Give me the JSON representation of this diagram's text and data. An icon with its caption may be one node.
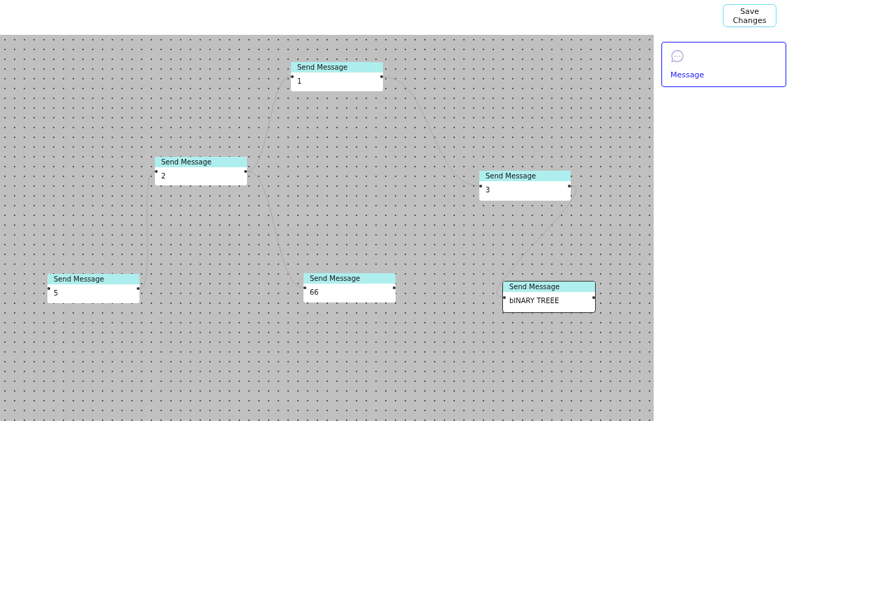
{
  "diagram": {
    "nodes": [
      {
        "text": [
          "Send Message",
          "1"
        ]
      },
      {
        "text": [
          "Send Message",
          "2"
        ]
      },
      {
        "text": [
          "Send Message",
          "3"
        ]
      },
      {
        "text": [
          "Send Message",
          "5"
        ]
      },
      {
        "text": [
          "Send Message",
          "66"
        ]
      },
      {
        "text": [
          "Send Message",
          "bINARY TREEE"
        ]
      },
      {
        "text": [
          "Message"
        ]
      }
    ],
    "edges": [
      {
        "from": 1,
        "to": 0,
        "arrow": "none"
      },
      {
        "from": 0,
        "to": 2,
        "arrow": "none"
      },
      {
        "from": 1,
        "to": 4,
        "arrow": "none"
      },
      {
        "from": 3,
        "to": 1,
        "arrow": "none"
      },
      {
        "from": 2,
        "to": 5,
        "arrow": "none"
      }
    ],
    "labels": [
      "Save Changes"
    ]
  }
}
